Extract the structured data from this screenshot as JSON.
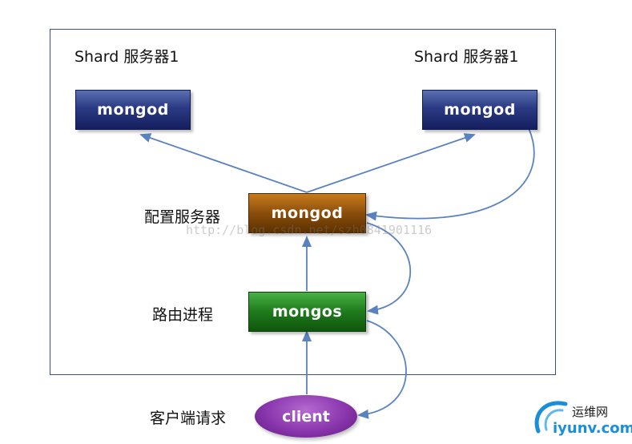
{
  "frame": {
    "shard_left_label": "Shard 服务器1",
    "shard_right_label": "Shard 服务器1",
    "config_label": "配置服务器",
    "router_label": "路由进程"
  },
  "nodes": {
    "shard_left": "mongod",
    "shard_right": "mongod",
    "config": "mongod",
    "router": "mongos",
    "client": "client"
  },
  "client_label": "客户端请求",
  "watermark": "http://blog.csdn.net/szh0841901116",
  "logo": {
    "title": "运维网",
    "domain": "iyunv.com"
  },
  "colors": {
    "line": "#5a82c0",
    "shard_box": "#2b3a84",
    "config_box": "#8a4e0b",
    "router_box": "#1f7a1c",
    "client_node": "#8a36ad",
    "logo_blue": "#1a8fd8"
  }
}
